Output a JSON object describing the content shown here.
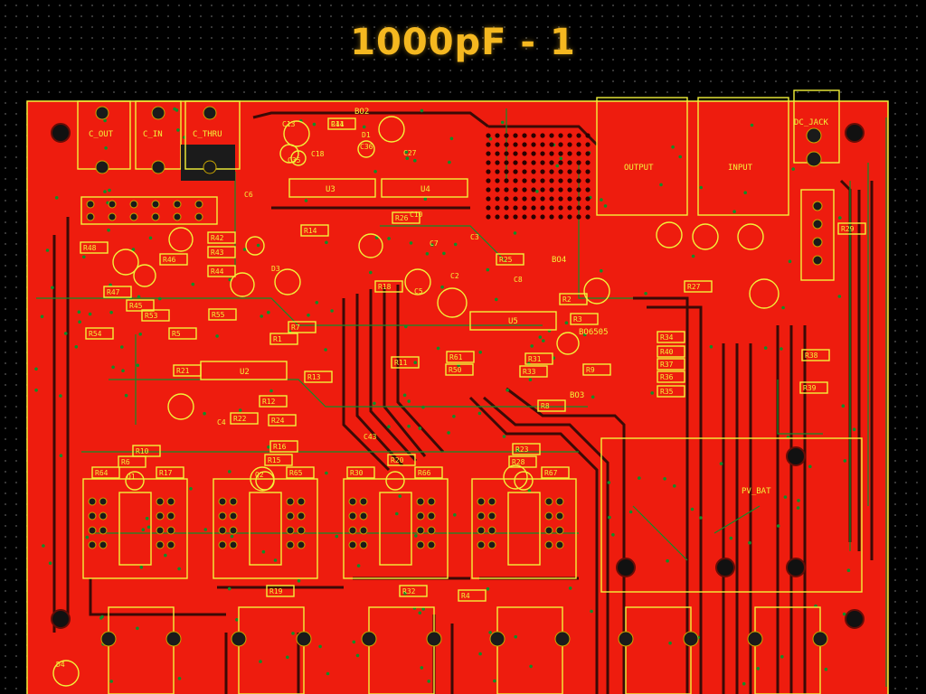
{
  "title": "1000pF - 1",
  "colors": {
    "background": "#000000",
    "title": "#f5b820",
    "copper_top": "#ee1c0e",
    "silkscreen": "#f2f23a",
    "trace_cut": "#3b0a06",
    "bottom_traces": "#0f8f2a"
  },
  "labels": {
    "c_out": "C_OUT",
    "c_in": "C_IN",
    "c_thru": "C_THRU",
    "dc_jack": "DC_JACK",
    "output": "OUTPUT",
    "input": "INPUT",
    "pv_bat": "PV_BAT",
    "u2": "U2",
    "u3": "U3",
    "u4": "U4",
    "u5": "U5",
    "bo2": "BO2",
    "bo3": "BO3",
    "bo4": "BO4",
    "bo6505": "BO6505"
  },
  "designators": [
    "C14",
    "C35",
    "C18",
    "C36",
    "C27",
    "C13",
    "R26",
    "R14",
    "R42",
    "R43",
    "R44",
    "R46",
    "R45",
    "R47",
    "R48",
    "C10",
    "C5",
    "C7",
    "C3",
    "C2",
    "C8",
    "R5",
    "R55",
    "R7",
    "R13",
    "R12",
    "R24",
    "R22",
    "R21",
    "R10",
    "R6",
    "R64",
    "R17",
    "R16",
    "R15",
    "R65",
    "R19",
    "R20",
    "R30",
    "R66",
    "R23",
    "R28",
    "R67",
    "R31",
    "R32",
    "R33",
    "R61",
    "R50",
    "R34",
    "R40",
    "R37",
    "R36",
    "R35",
    "R38",
    "R39",
    "R54",
    "R53",
    "Q1",
    "Q2",
    "D3",
    "D4",
    "D1",
    "C43",
    "C6",
    "C4",
    "R1",
    "R2",
    "R3",
    "R4",
    "R8",
    "R9",
    "R11",
    "R18",
    "R25",
    "R27",
    "R29",
    "R41"
  ]
}
